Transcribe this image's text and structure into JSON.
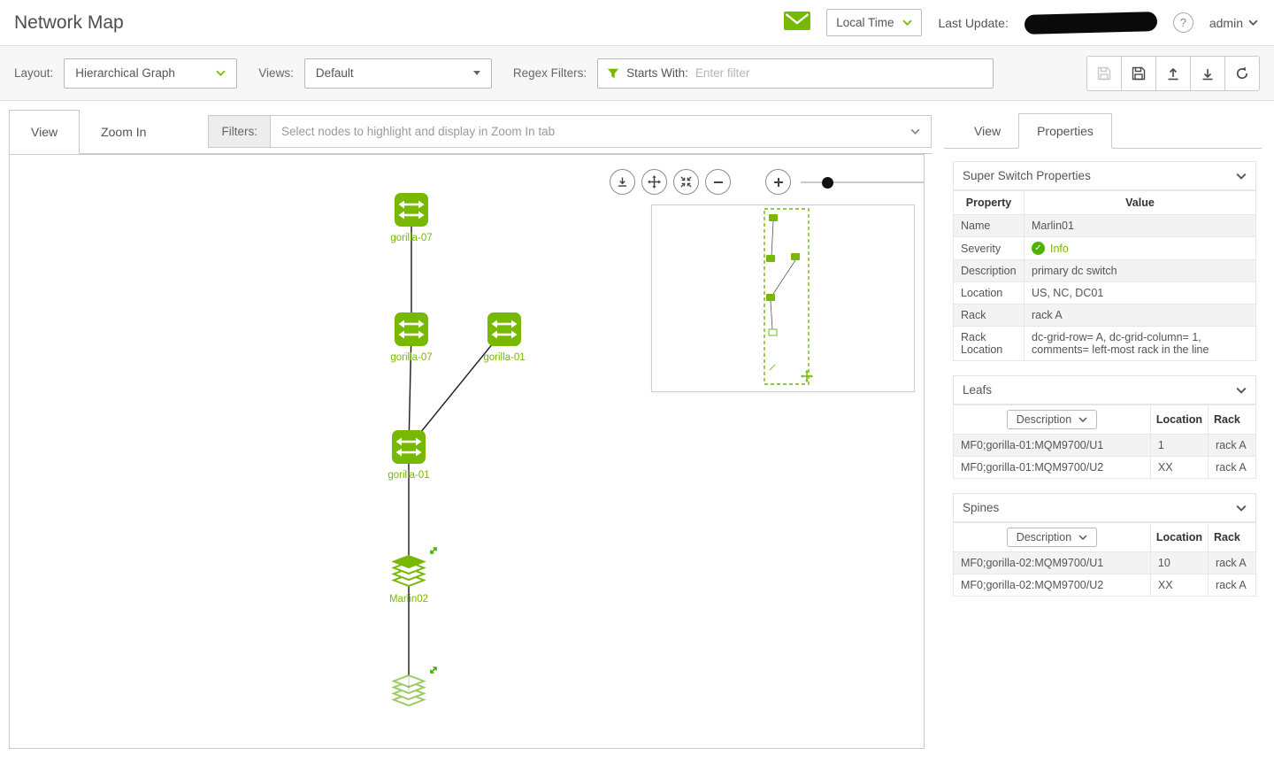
{
  "colors": {
    "accent": "#76b900"
  },
  "header": {
    "title": "Network Map",
    "timezone": "Local Time",
    "last_update_label": "Last Update:",
    "help_glyph": "?",
    "user": "admin",
    "icons": {
      "mail": "envelope-icon",
      "help": "question-icon"
    }
  },
  "toolbar": {
    "layout_label": "Layout:",
    "layout_value": "Hierarchical Graph",
    "views_label": "Views:",
    "views_value": "Default",
    "regex_label": "Regex Filters:",
    "filter_prefix": "Starts With:",
    "filter_placeholder": "Enter filter",
    "button_icons": [
      "save-icon",
      "save-as-icon",
      "upload-icon",
      "download-icon",
      "refresh-icon"
    ]
  },
  "map": {
    "tabs": [
      {
        "label": "View",
        "active": true
      },
      {
        "label": "Zoom In",
        "active": false
      }
    ],
    "filters_label": "Filters:",
    "filters_placeholder": "Select nodes to highlight and display in Zoom In tab",
    "zoom_control_icons": [
      "download-icon",
      "pan-icon",
      "collapse-icon",
      "zoom-out-icon",
      "zoom-in-icon"
    ],
    "nodes": [
      {
        "label": "gorilla-07",
        "type": "switch"
      },
      {
        "label": "gorilla-07",
        "type": "switch"
      },
      {
        "label": "gorilla-01",
        "type": "switch"
      },
      {
        "label": "gorilla-01",
        "type": "switch"
      },
      {
        "label": "Marlin02",
        "type": "super-switch"
      },
      {
        "label": "",
        "type": "super-switch"
      }
    ]
  },
  "panel": {
    "tabs": [
      {
        "label": "View",
        "active": false
      },
      {
        "label": "Properties",
        "active": true
      }
    ],
    "super_switch": {
      "title": "Super Switch Properties",
      "col_property": "Property",
      "col_value": "Value",
      "severity_icon": "check-circle-icon",
      "rows": [
        {
          "label": "Name",
          "value": "Marlin01"
        },
        {
          "label": "Severity",
          "value": "Info"
        },
        {
          "label": "Description",
          "value": "primary dc switch"
        },
        {
          "label": "Location",
          "value": "US, NC, DC01"
        },
        {
          "label": "Rack",
          "value": "rack A"
        },
        {
          "label": "Rack Location",
          "value": "dc-grid-row= A, dc-grid-column= 1, comments= left-most rack in the line"
        }
      ]
    },
    "leafs": {
      "title": "Leafs",
      "filter_label": "Description",
      "col_location": "Location",
      "col_rack": "Rack",
      "rows": [
        {
          "description": "MF0;gorilla-01:MQM9700/U1",
          "location": "1",
          "rack": "rack A"
        },
        {
          "description": "MF0;gorilla-01:MQM9700/U2",
          "location": "XX",
          "rack": "rack A"
        }
      ]
    },
    "spines": {
      "title": "Spines",
      "filter_label": "Description",
      "col_location": "Location",
      "col_rack": "Rack",
      "rows": [
        {
          "description": "MF0;gorilla-02:MQM9700/U1",
          "location": "10",
          "rack": "rack A"
        },
        {
          "description": "MF0;gorilla-02:MQM9700/U2",
          "location": "XX",
          "rack": "rack A"
        }
      ]
    }
  }
}
